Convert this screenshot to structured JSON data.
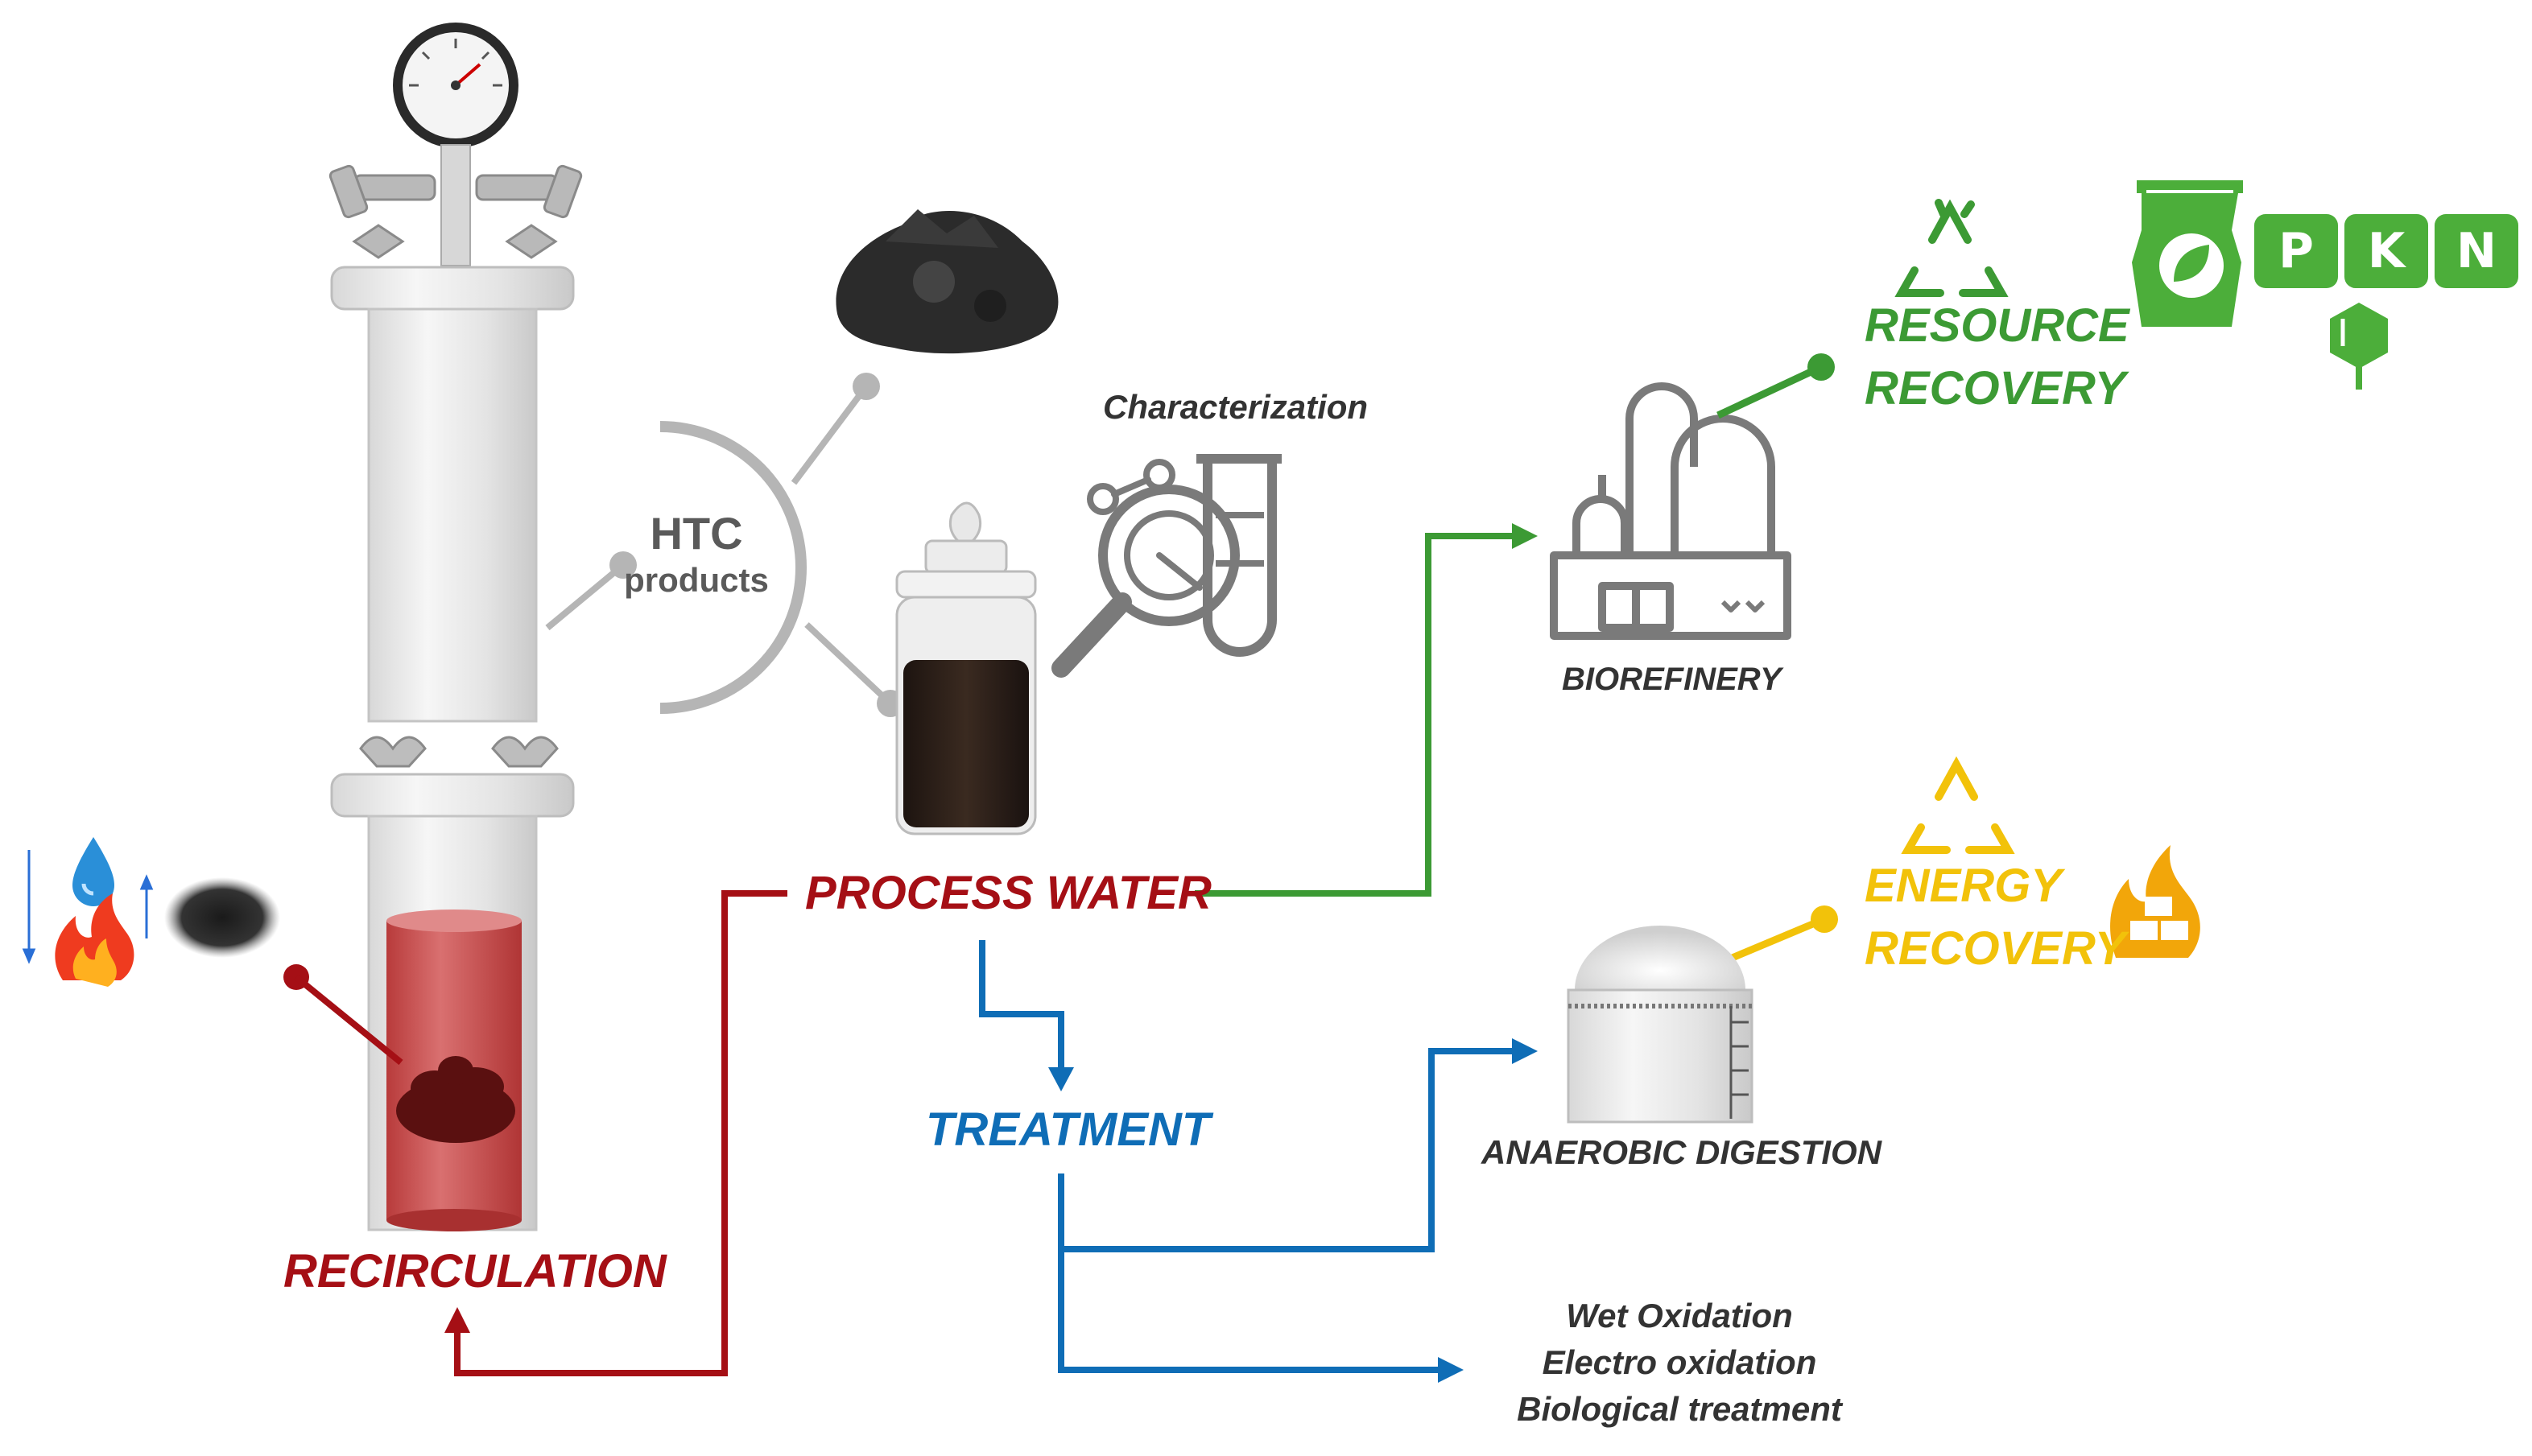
{
  "htc": {
    "line1": "HTC",
    "line2": "products"
  },
  "labels": {
    "characterization": "Characterization",
    "process_water": "PROCESS WATER",
    "treatment": "TREATMENT",
    "recirculation": "RECIRCULATION",
    "biorefinery": "BIOREFINERY",
    "anaerobic_digestion": "ANAEROBIC DIGESTION",
    "resource_recovery": [
      "RESOURCE",
      "RECOVERY"
    ],
    "energy_recovery": [
      "ENERGY",
      "RECOVERY"
    ],
    "treatments": [
      "Wet Oxidation",
      "Electro oxidation",
      "Biological treatment"
    ],
    "nutrients": [
      "P",
      "K",
      "N"
    ]
  },
  "icons": [
    "pressure-gauge-icon",
    "water-drop-icon",
    "fire-icon",
    "recycle-icon",
    "fertilizer-bag-icon",
    "biorefinery-icon",
    "digester-tank-icon",
    "analysis-icon",
    "test-tube-icon"
  ],
  "colors": {
    "recirculation": "#a50f15",
    "treatment": "#0f6db6",
    "resource": "#3c9a34",
    "energy": "#f2c20a",
    "gray": "#b5b5b5",
    "dark_text": "#333333"
  }
}
